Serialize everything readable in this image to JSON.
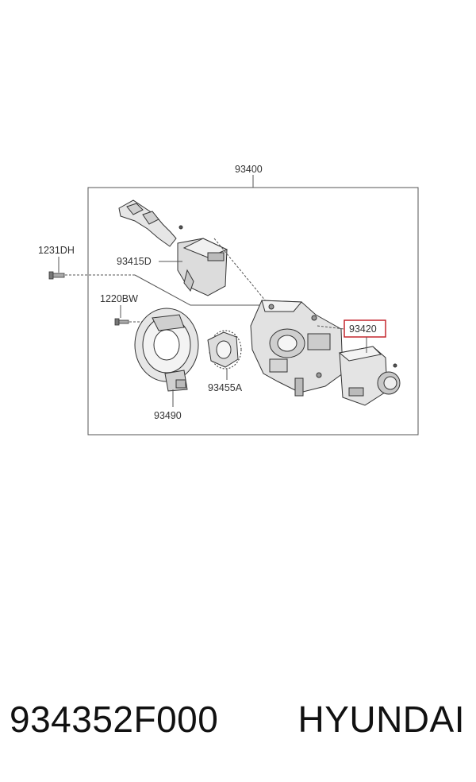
{
  "callouts": {
    "assembly": "93400",
    "bolt_top": "1231DH",
    "bolt_mid": "1220BW",
    "switch_left": "93415D",
    "switch_right": "93420",
    "clock_spring": "93490",
    "ring": "93455A"
  },
  "highlight_color": "#c0181f",
  "footer": {
    "part_number": "934352F000",
    "brand": "HYUNDAI"
  }
}
